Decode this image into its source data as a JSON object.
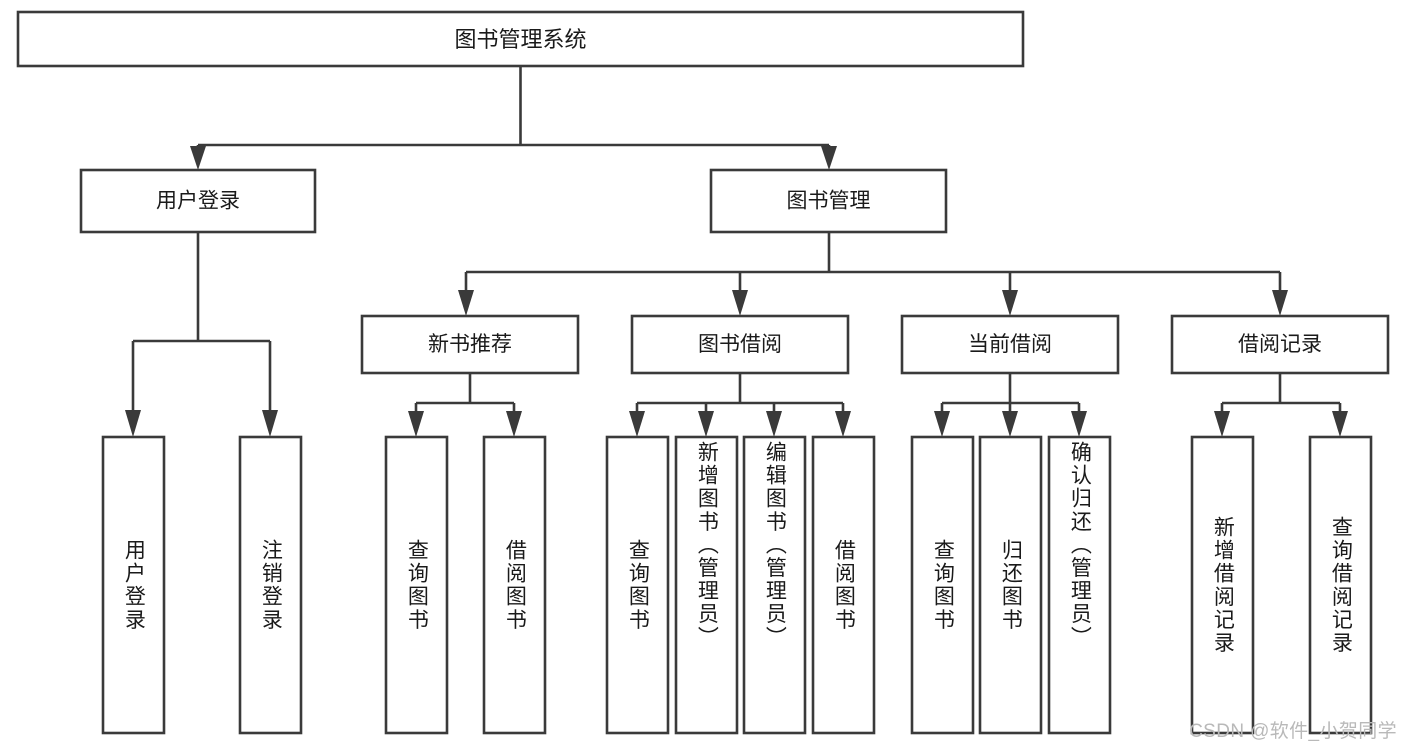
{
  "diagram": {
    "type": "tree-hierarchy-diagram",
    "title_node": "图书管理系统",
    "watermark": "CSDN @软件_小贺同学",
    "colors": {
      "background": "#ffffff",
      "box_stroke": "#3a3a3a",
      "box_fill": "#ffffff",
      "text": "#1a1a1a",
      "watermark": "#b9b9b9"
    },
    "levels": {
      "root": {
        "label": "图书管理系统"
      },
      "level2": [
        {
          "label": "用户登录"
        },
        {
          "label": "图书管理"
        }
      ],
      "level3": [
        {
          "label": "新书推荐"
        },
        {
          "label": "图书借阅"
        },
        {
          "label": "当前借阅"
        },
        {
          "label": "借阅记录"
        }
      ],
      "leaves": [
        {
          "label": "用户登录",
          "parent": "用户登录"
        },
        {
          "label": "注销登录",
          "parent": "用户登录"
        },
        {
          "label": "查询图书",
          "parent": "新书推荐"
        },
        {
          "label": "借阅图书",
          "parent": "新书推荐"
        },
        {
          "label": "查询图书",
          "parent": "图书借阅"
        },
        {
          "label": "新增图书（管理员）",
          "parent": "图书借阅"
        },
        {
          "label": "编辑图书（管理员）",
          "parent": "图书借阅"
        },
        {
          "label": "借阅图书",
          "parent": "图书借阅"
        },
        {
          "label": "查询图书",
          "parent": "当前借阅"
        },
        {
          "label": "归还图书",
          "parent": "当前借阅"
        },
        {
          "label": "确认归还（管理员）",
          "parent": "当前借阅"
        },
        {
          "label": "新增借阅记录",
          "parent": "借阅记录"
        },
        {
          "label": "查询借阅记录",
          "parent": "借阅记录"
        }
      ]
    }
  }
}
